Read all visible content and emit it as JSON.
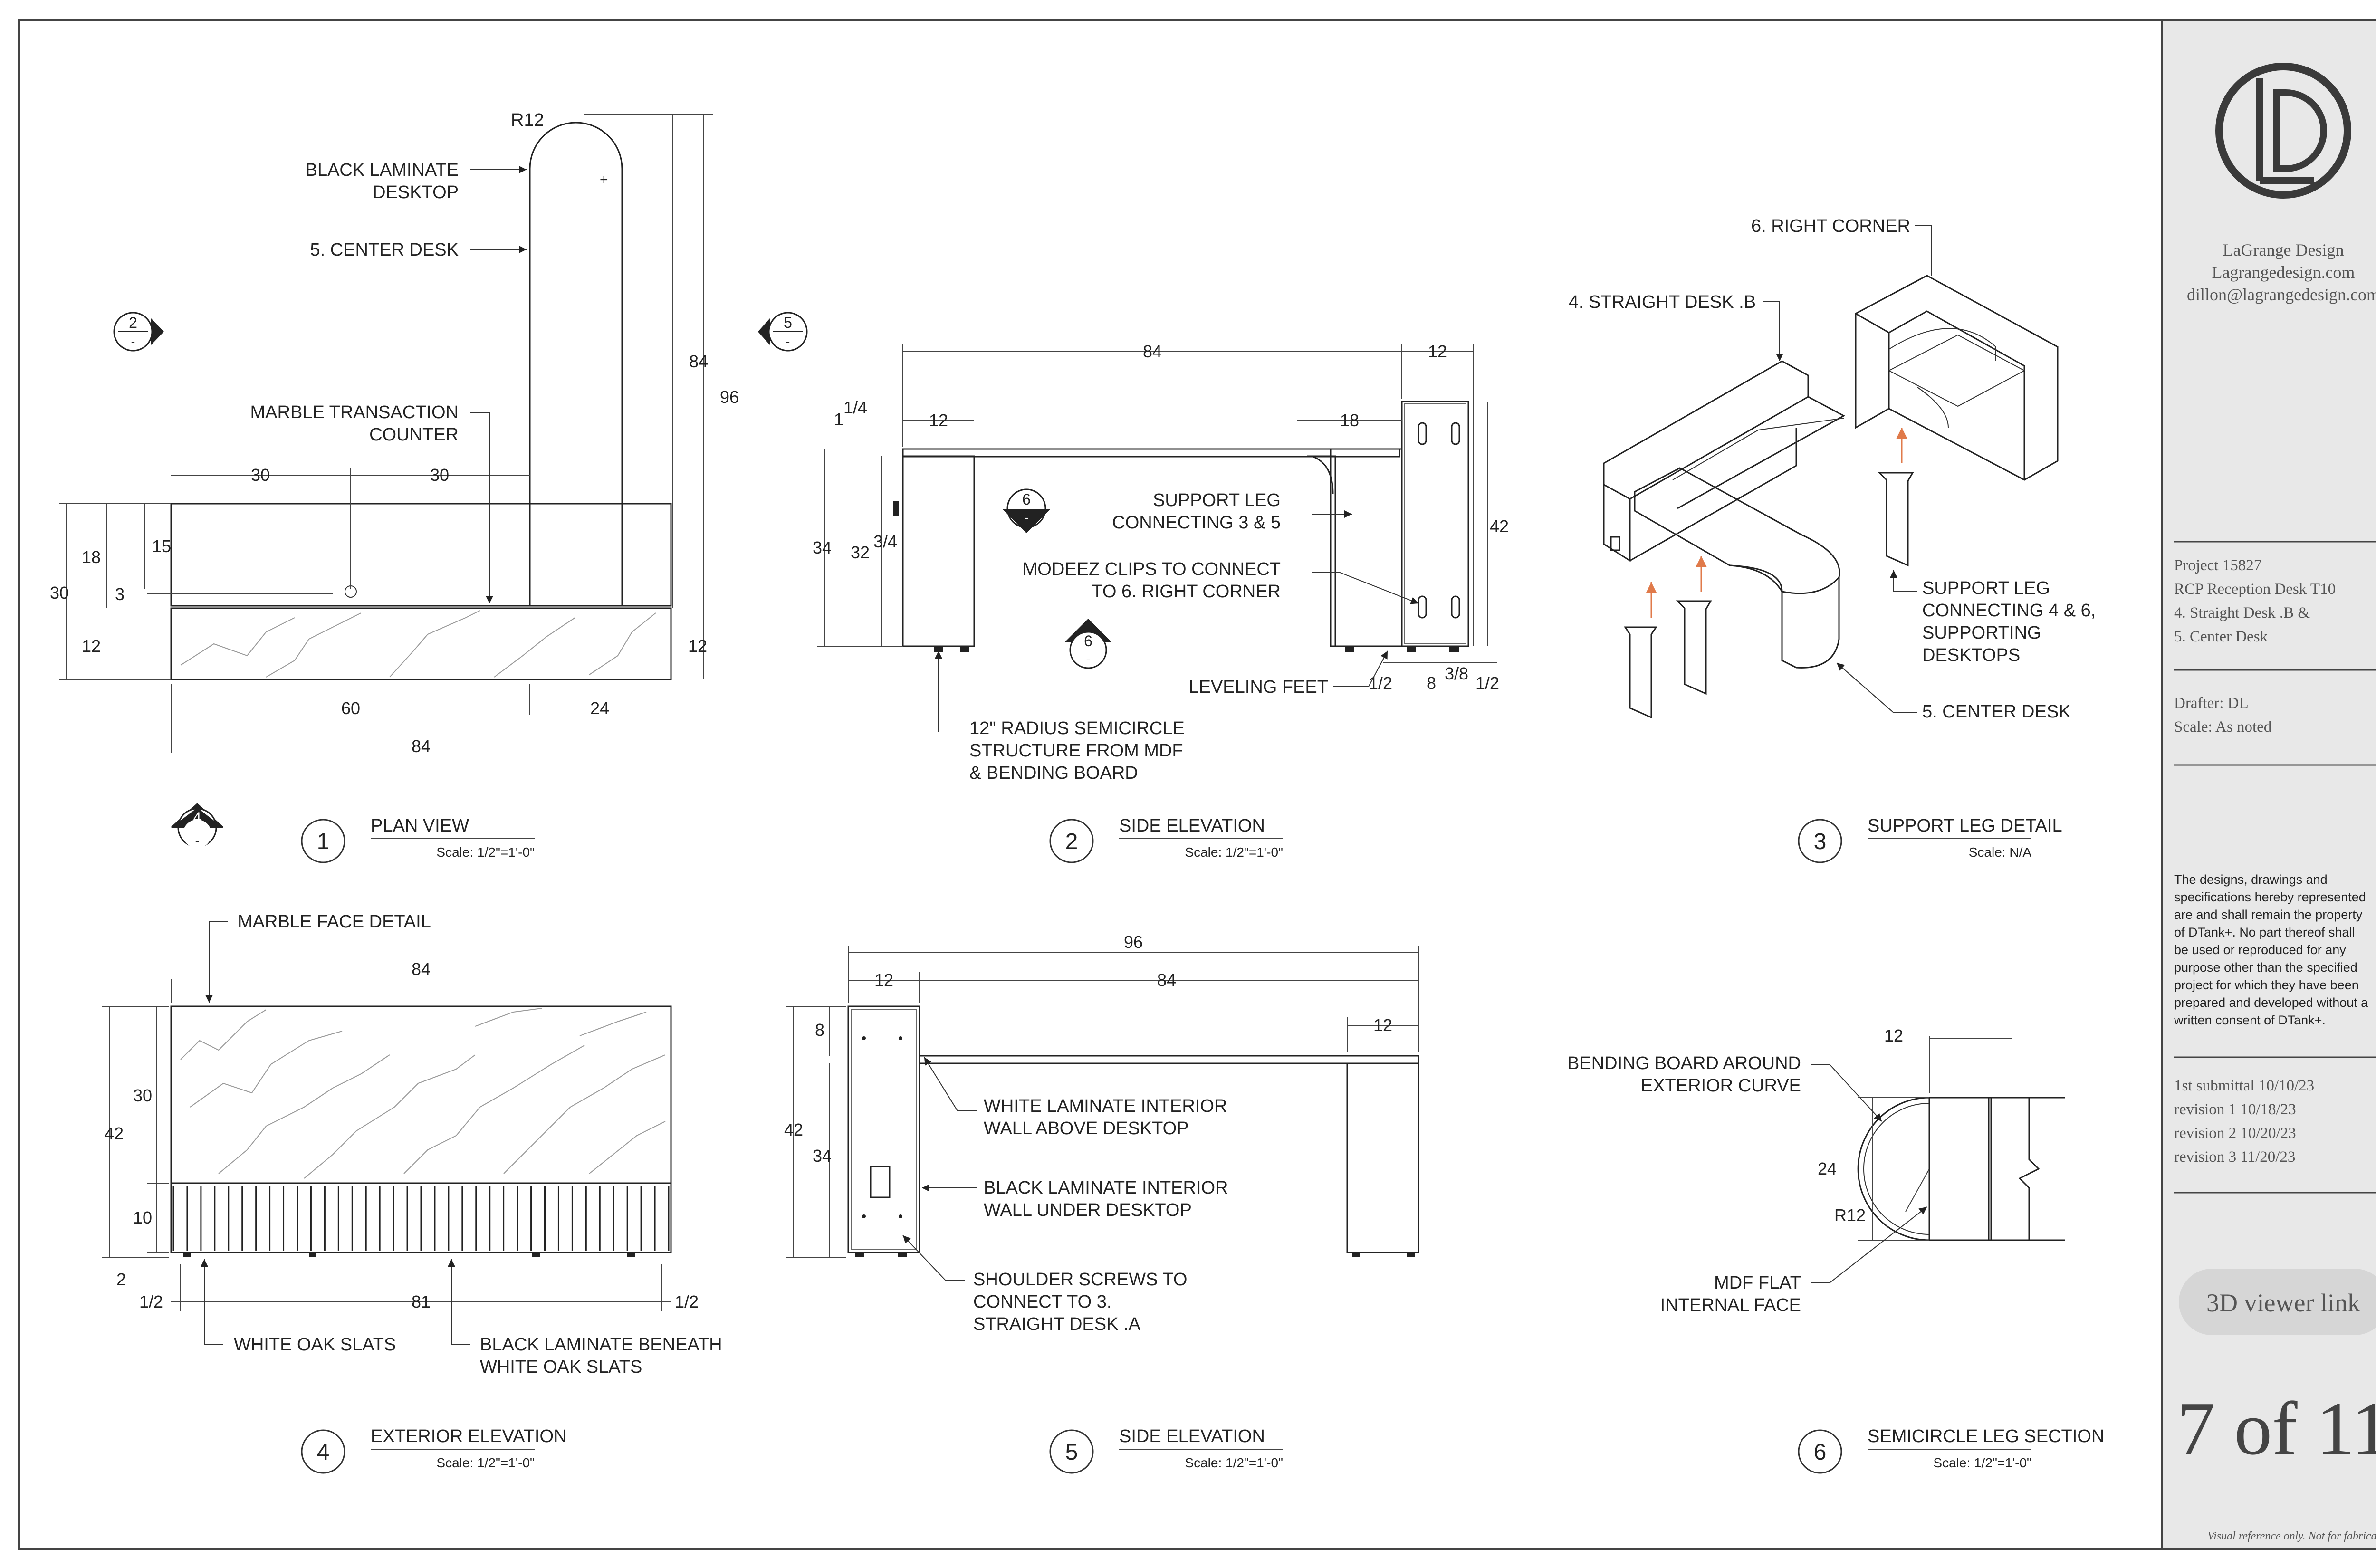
{
  "title_block": {
    "company": "LaGrange Design",
    "website": "Lagrangedesign.com",
    "email": "dillon@lagrangedesign.com",
    "project": "Project 15827",
    "project_name": "RCP Reception Desk T10",
    "scope_line1": "4. Straight Desk .B &",
    "scope_line2": "5. Center Desk",
    "drafter": "Drafter: DL",
    "scale": "Scale: As noted",
    "disclaimer": [
      "The designs, drawings and",
      "specifications hereby represented",
      "are and shall remain the property",
      "of DTank+. No part thereof shall",
      "be used or reproduced for any",
      "purpose other than the specified",
      "project for which they have been",
      "prepared and developed without a",
      "written consent of DTank+."
    ],
    "revisions": [
      "1st submittal 10/10/23",
      "revision 1 10/18/23",
      "revision 2 10/20/23",
      "revision 3 11/20/23"
    ],
    "viewer_link": "3D viewer link",
    "sheet": "7 of 11",
    "footer_note": "Visual reference only. Not for fabrication."
  },
  "views": [
    {
      "number": "1",
      "title": "PLAN VIEW",
      "scale": "Scale: 1/2\"=1'-0\""
    },
    {
      "number": "2",
      "title": "SIDE ELEVATION",
      "scale": "Scale: 1/2\"=1'-0\""
    },
    {
      "number": "3",
      "title": "SUPPORT LEG DETAIL",
      "scale": "Scale: N/A"
    },
    {
      "number": "4",
      "title": "EXTERIOR ELEVATION",
      "scale": "Scale: 1/2\"=1'-0\""
    },
    {
      "number": "5",
      "title": "SIDE ELEVATION",
      "scale": "Scale: 1/2\"=1'-0\""
    },
    {
      "number": "6",
      "title": "SEMICIRCLE LEG SECTION",
      "scale": "Scale: 1/2\"=1'-0\""
    }
  ],
  "section_markers": {
    "m2": "2",
    "m5": "5",
    "m6a": "6",
    "m6b": "6",
    "m4": "4",
    "dash": "-"
  },
  "plan": {
    "label_black_laminate": [
      "BLACK LAMINATE",
      "DESKTOP"
    ],
    "label_center_desk": "5. CENTER DESK",
    "label_marble_counter": [
      "MARBLE TRANSACTION",
      "COUNTER"
    ],
    "dims": {
      "r12": "R12",
      "d84v": "84",
      "d96v": "96",
      "d30a": "30",
      "d30b": "30",
      "d18": "18",
      "d15": "15",
      "d30v": "30",
      "d3": "3",
      "d12l": "12",
      "d12r": "12",
      "d60": "60",
      "d24": "24",
      "d84h": "84"
    }
  },
  "side_elev": {
    "label_support_leg": [
      "SUPPORT LEG",
      "CONNECTING 3 & 5"
    ],
    "label_modeez": [
      "MODEEZ CLIPS TO CONNECT",
      "TO 6. RIGHT CORNER"
    ],
    "label_leveling": "LEVELING FEET",
    "label_radius": [
      "12\" RADIUS SEMICIRCLE",
      "STRUCTURE FROM MDF",
      "& BENDING BOARD"
    ],
    "dims": {
      "d84": "84",
      "d12a": "12",
      "d12b": "12",
      "d18": "18",
      "d42": "42",
      "d34": "34",
      "d32": "32",
      "d32frac": "3/4",
      "d1": "1",
      "d1frac": "1/4",
      "dhalf1": "1/2",
      "d8": "8",
      "d8frac": "3/8",
      "dhalf2": "1/2"
    }
  },
  "support_leg": {
    "label_right_corner": "6. RIGHT CORNER",
    "label_straight_desk": "4. STRAIGHT DESK .B",
    "label_support_leg": [
      "SUPPORT LEG",
      "CONNECTING 4 & 6,",
      "SUPPORTING",
      "DESKTOPS"
    ],
    "label_center_desk": "5. CENTER DESK"
  },
  "exterior": {
    "label_marble_face": "MARBLE FACE DETAIL",
    "label_white_oak": "WHITE OAK SLATS",
    "label_black_laminate": [
      "BLACK LAMINATE BENEATH",
      "WHITE OAK SLATS"
    ],
    "dims": {
      "d84": "84",
      "d42": "42",
      "d30": "30",
      "d10": "10",
      "d2": "2",
      "d81": "81",
      "dhalf_l": "1/2",
      "dhalf_r": "1/2"
    }
  },
  "side_elev5": {
    "label_white_lam": [
      "WHITE LAMINATE INTERIOR",
      "WALL ABOVE DESKTOP"
    ],
    "label_black_lam": [
      "BLACK LAMINATE INTERIOR",
      "WALL UNDER DESKTOP"
    ],
    "label_screws": [
      "SHOULDER SCREWS TO",
      "CONNECT TO 3.",
      "STRAIGHT DESK .A"
    ],
    "dims": {
      "d96": "96",
      "d12a": "12",
      "d84": "84",
      "d12b": "12",
      "d8": "8",
      "d42": "42",
      "d34": "34"
    }
  },
  "semicircle": {
    "label_bending": [
      "BENDING BOARD AROUND",
      "EXTERIOR CURVE"
    ],
    "label_mdf": [
      "MDF FLAT",
      "INTERNAL FACE"
    ],
    "dims": {
      "d12": "12",
      "d24": "24",
      "r12": "R12"
    }
  },
  "colors": {
    "accent_arrow": "#e07a4a",
    "title_block_bg": "#e8e8e8",
    "border": "#444444"
  }
}
